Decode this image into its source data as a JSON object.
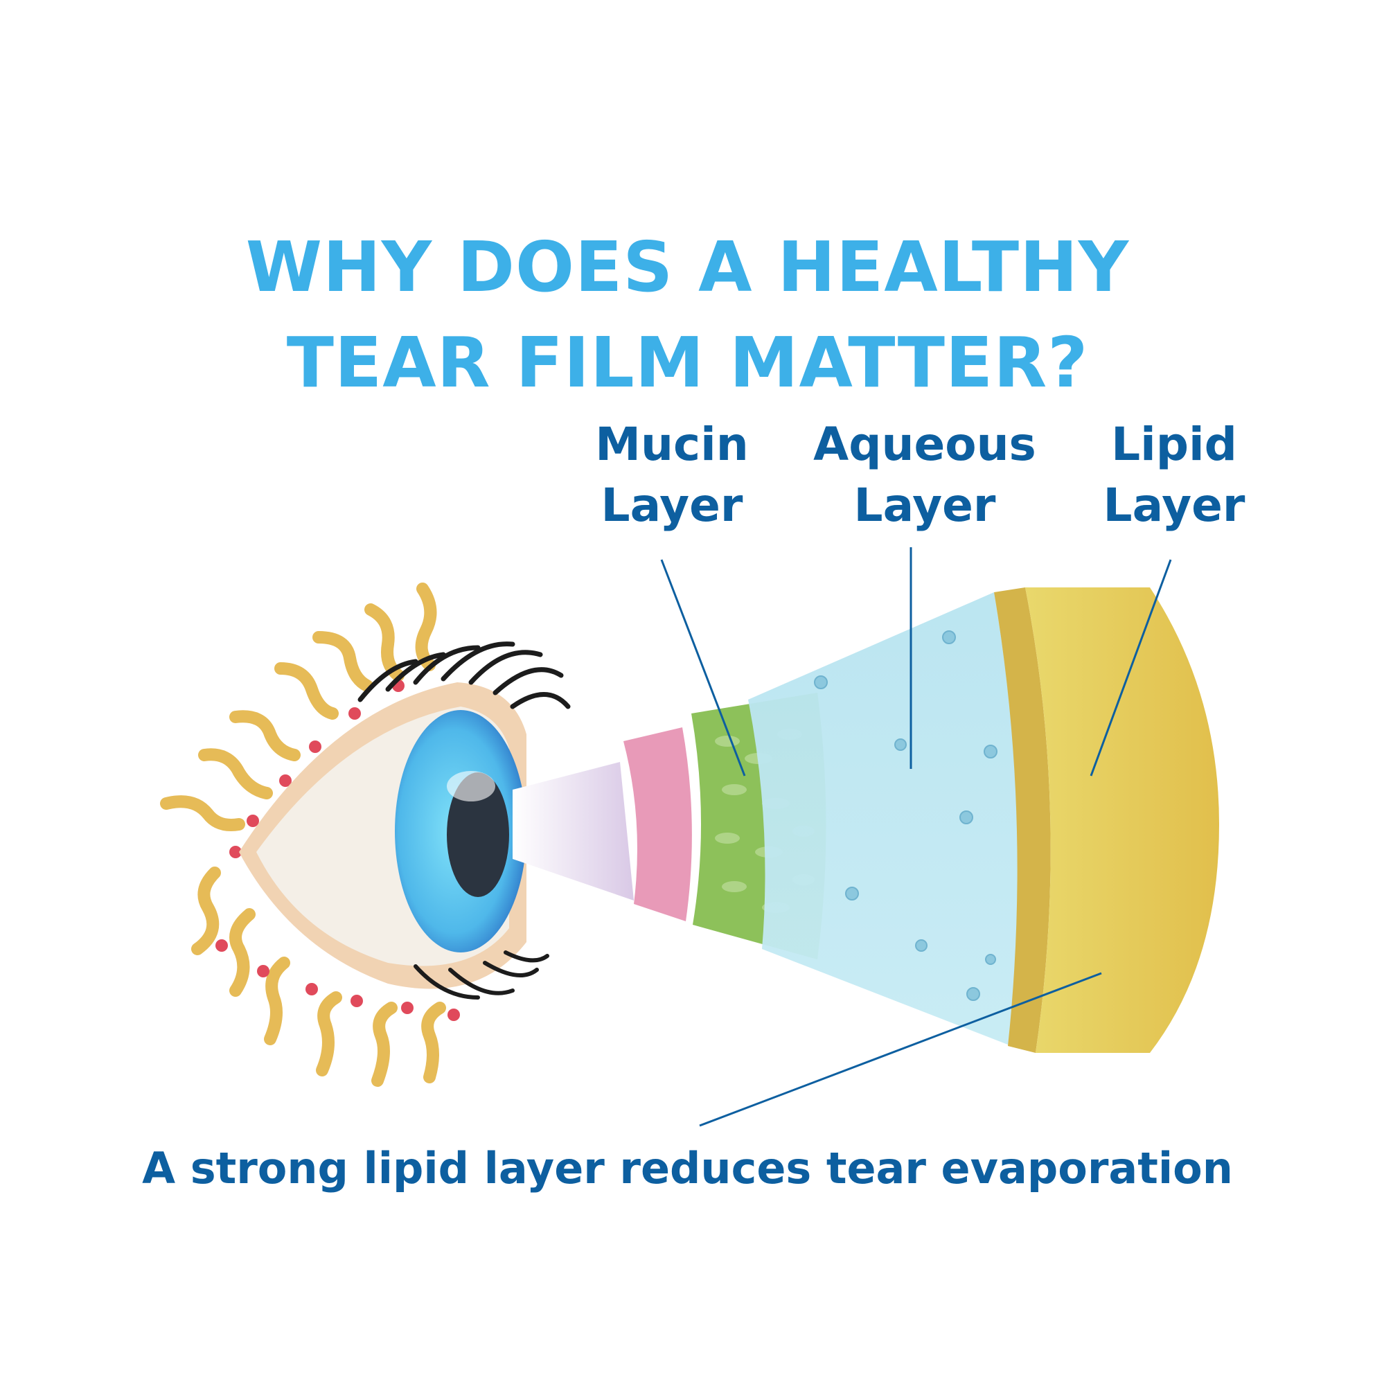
{
  "title": {
    "line1": "WHY DOES A HEALTHY",
    "line2": "TEAR FILM MATTER?"
  },
  "labels": {
    "mucin": {
      "line1": "Mucin",
      "line2": "Layer"
    },
    "aqueous": {
      "line1": "Aqueous",
      "line2": "Layer"
    },
    "lipid": {
      "line1": "Lipid",
      "line2": "Layer"
    }
  },
  "caption": "A strong lipid layer reduces tear evaporation",
  "colors": {
    "title_start": "#7fd3f5",
    "title_end": "#1a94d6",
    "label_text": "#0d5fa0",
    "mucin_pink": "#e89ab8",
    "mucin_green": "#8dc15a",
    "aqueous": "#a9dbe8",
    "lipid": "#e8cf5e",
    "iris": "#5cc4ec",
    "irritant_wave": "#e6bb57",
    "irritant_dot": "#e04a5b"
  }
}
